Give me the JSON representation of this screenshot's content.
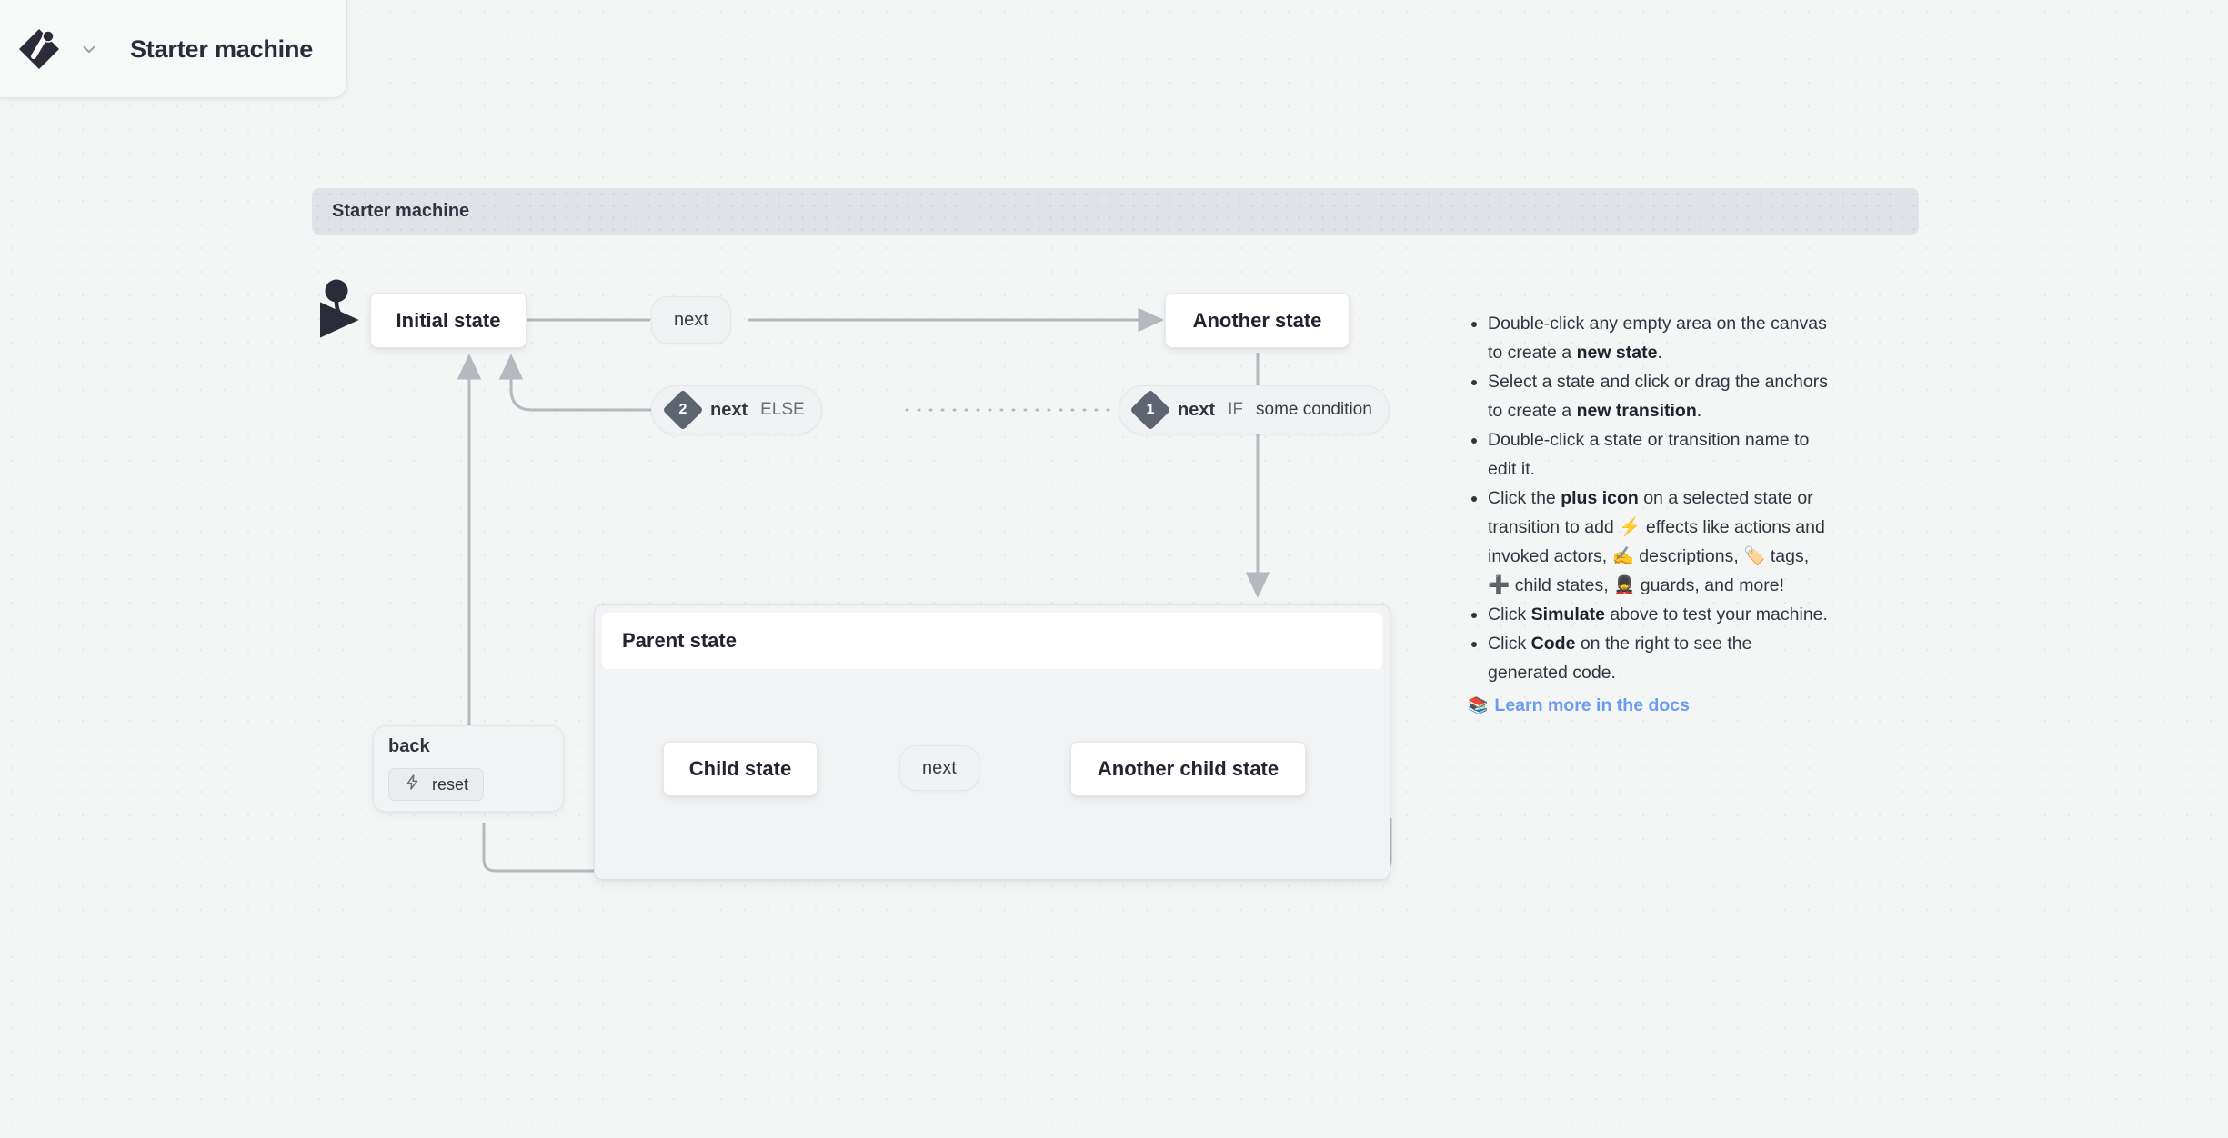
{
  "app": {
    "logo_icon": "stately-diamond-logo",
    "chevron_icon": "chevron-down-icon",
    "title": "Starter machine"
  },
  "machine": {
    "header_label": "Starter machine",
    "states": [
      {
        "id": "initial",
        "label": "Initial state"
      },
      {
        "id": "another",
        "label": "Another state"
      },
      {
        "id": "parent",
        "label": "Parent state"
      },
      {
        "id": "child",
        "label": "Child state"
      },
      {
        "id": "another_child",
        "label": "Another child state"
      }
    ],
    "transitions": [
      {
        "id": "t-next-top",
        "event": "next",
        "order": "",
        "guard_kw": "",
        "guard": ""
      },
      {
        "id": "t-next-else",
        "event": "next",
        "order": "2",
        "guard_kw": "ELSE",
        "guard": ""
      },
      {
        "id": "t-next-if",
        "event": "next",
        "order": "1",
        "guard_kw": "IF",
        "guard": "some condition"
      },
      {
        "id": "t-next-child",
        "event": "next",
        "order": "",
        "guard_kw": "",
        "guard": ""
      }
    ],
    "back_node": {
      "label": "back",
      "action_icon": "lightning-bolt-icon",
      "action_label": "reset"
    }
  },
  "help": {
    "items": [
      {
        "parts": [
          {
            "t": "Double-click any empty area on the canvas to create a ",
            "b": false
          },
          {
            "t": "new state",
            "b": true
          },
          {
            "t": ".",
            "b": false
          }
        ]
      },
      {
        "parts": [
          {
            "t": "Select a state and click or drag the anchors to create a ",
            "b": false
          },
          {
            "t": "new transition",
            "b": true
          },
          {
            "t": ".",
            "b": false
          }
        ]
      },
      {
        "parts": [
          {
            "t": "Double-click a state or transition name to edit it.",
            "b": false
          }
        ]
      },
      {
        "parts": [
          {
            "t": "Click the ",
            "b": false
          },
          {
            "t": "plus icon",
            "b": true
          },
          {
            "t": " on a selected state or transition to add ⚡ effects like actions and invoked actors, ✍️ descriptions, 🏷️ tags, ➕ child states, 💂 guards, and more!",
            "b": false
          }
        ]
      },
      {
        "parts": [
          {
            "t": "Click ",
            "b": false
          },
          {
            "t": "Simulate",
            "b": true
          },
          {
            "t": " above to test your machine.",
            "b": false
          }
        ]
      },
      {
        "parts": [
          {
            "t": "Click ",
            "b": false
          },
          {
            "t": "Code",
            "b": true
          },
          {
            "t": " on the right to see the generated code.",
            "b": false
          }
        ]
      }
    ],
    "docs_emoji": "📚",
    "docs_link": "Learn more in the docs"
  },
  "colors": {
    "canvas": "#f4f5f5",
    "machine_bar": "#dfe3e7",
    "state_fill": "#ffffff",
    "pill_fill": "#f0f2f3",
    "edge": "#b4b8bf",
    "badge": "#5f6471",
    "link": "#6a9cf0",
    "text": "#33333f"
  }
}
